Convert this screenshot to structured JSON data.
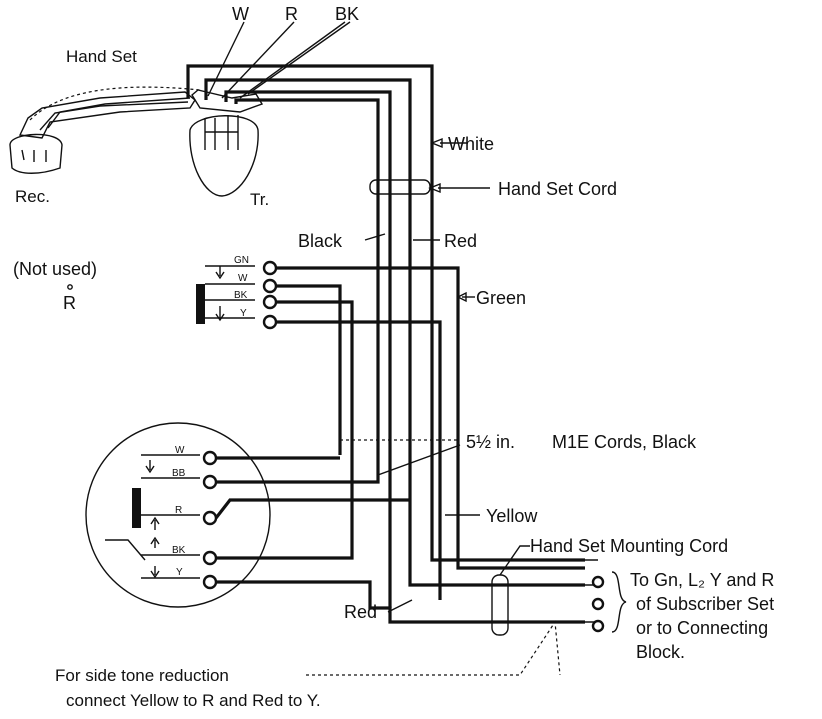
{
  "labels": {
    "w_top": "W",
    "r_top": "R",
    "bk_top": "BK",
    "hand_set": "Hand Set",
    "white": "White",
    "hand_set_cord": "Hand Set Cord",
    "rec": "Rec.",
    "tr": "Tr.",
    "black": "Black",
    "red_upper": "Red",
    "not_used": "(Not used)",
    "r_unused": "R",
    "green": "Green",
    "gn_term": "GN",
    "w_term": "W",
    "bk_term": "BK",
    "y_term": "Y",
    "m1e_length": "5½ in.",
    "m1e_cords": "M1E Cords, Black",
    "w_lower": "W",
    "bb_lower": "BB",
    "r_lower": "R",
    "bk_lower": "BK",
    "y_lower": "Y",
    "yellow": "Yellow",
    "hand_set_mounting_cord": "Hand Set Mounting Cord",
    "red_lower": "Red",
    "dest_line1": "To Gn, L₂ Y and R",
    "dest_line2": "of Subscriber Set",
    "dest_line3": "or to Connecting",
    "dest_line4": "Block.",
    "note_line1": "For side tone reduction",
    "note_line2": "connect Yellow to R and Red to Y."
  }
}
